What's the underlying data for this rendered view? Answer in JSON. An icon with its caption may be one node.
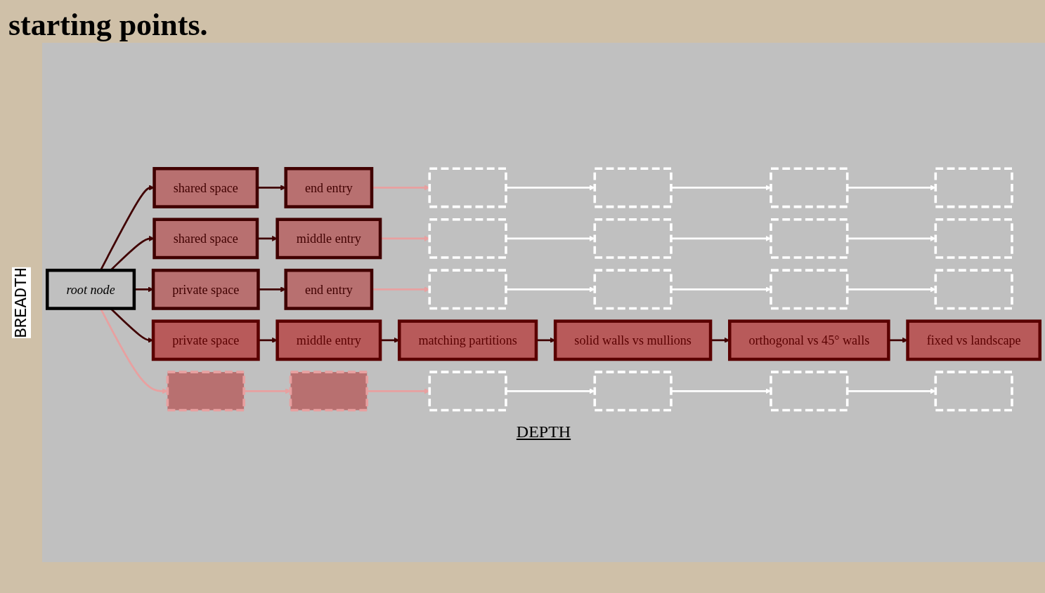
{
  "diagram": {
    "title": "starting points.",
    "nodes": [
      {
        "text": [
          "root node"
        ]
      },
      {
        "text": [
          "shared space"
        ]
      },
      {
        "text": [
          "end entry"
        ]
      },
      {
        "text": [],
        "shape": "box"
      },
      {
        "text": [],
        "shape": "box"
      },
      {
        "text": [],
        "shape": "box"
      },
      {
        "text": [],
        "shape": "box"
      },
      {
        "text": [
          "shared space"
        ]
      },
      {
        "text": [
          "middle entry"
        ]
      },
      {
        "text": [],
        "shape": "box"
      },
      {
        "text": [],
        "shape": "box"
      },
      {
        "text": [],
        "shape": "box"
      },
      {
        "text": [],
        "shape": "box"
      },
      {
        "text": [
          "private space"
        ]
      },
      {
        "text": [
          "end entry"
        ]
      },
      {
        "text": [],
        "shape": "box"
      },
      {
        "text": [],
        "shape": "box"
      },
      {
        "text": [],
        "shape": "box"
      },
      {
        "text": [],
        "shape": "box"
      },
      {
        "text": [
          "private space"
        ]
      },
      {
        "text": [
          "middle entry"
        ]
      },
      {
        "text": [
          "matching partitions"
        ]
      },
      {
        "text": [
          "solid walls vs mullions"
        ]
      },
      {
        "text": [
          "orthogonal vs 45° walls"
        ]
      },
      {
        "text": [
          "fixed vs landscape"
        ]
      },
      {
        "text": [],
        "shape": "box"
      },
      {
        "text": [],
        "shape": "box"
      },
      {
        "text": [],
        "shape": "box"
      },
      {
        "text": [],
        "shape": "box"
      },
      {
        "text": [],
        "shape": "box"
      },
      {
        "text": [],
        "shape": "box"
      }
    ],
    "edges": [
      {
        "from": 0,
        "to": 1,
        "arrow": "to",
        "color": "#400000"
      },
      {
        "from": 0,
        "to": 7,
        "arrow": "to",
        "color": "#400000"
      },
      {
        "from": 0,
        "to": 13,
        "arrow": "to",
        "color": "#400000"
      },
      {
        "from": 0,
        "to": 19,
        "arrow": "to",
        "color": "#400000"
      },
      {
        "from": 0,
        "to": 25,
        "arrow": "to",
        "color": "#e8a0a0"
      },
      {
        "from": 1,
        "to": 2,
        "arrow": "to",
        "color": "#400000"
      },
      {
        "from": 2,
        "to": 3,
        "arrow": "to",
        "color": "#e8a0a0"
      },
      {
        "from": 3,
        "to": 4,
        "arrow": "to",
        "color": "#ffffff"
      },
      {
        "from": 4,
        "to": 5,
        "arrow": "to",
        "color": "#ffffff"
      },
      {
        "from": 5,
        "to": 6,
        "arrow": "to",
        "color": "#ffffff"
      },
      {
        "from": 7,
        "to": 8,
        "arrow": "to",
        "color": "#400000"
      },
      {
        "from": 8,
        "to": 9,
        "arrow": "to",
        "color": "#e8a0a0"
      },
      {
        "from": 9,
        "to": 10,
        "arrow": "to",
        "color": "#ffffff"
      },
      {
        "from": 10,
        "to": 11,
        "arrow": "to",
        "color": "#ffffff"
      },
      {
        "from": 11,
        "to": 12,
        "arrow": "to",
        "color": "#ffffff"
      },
      {
        "from": 13,
        "to": 14,
        "arrow": "to",
        "color": "#400000"
      },
      {
        "from": 14,
        "to": 15,
        "arrow": "to",
        "color": "#e8a0a0"
      },
      {
        "from": 15,
        "to": 16,
        "arrow": "to",
        "color": "#ffffff"
      },
      {
        "from": 16,
        "to": 17,
        "arrow": "to",
        "color": "#ffffff"
      },
      {
        "from": 17,
        "to": 18,
        "arrow": "to",
        "color": "#ffffff"
      },
      {
        "from": 19,
        "to": 20,
        "arrow": "to",
        "color": "#400000"
      },
      {
        "from": 20,
        "to": 21,
        "arrow": "to",
        "color": "#400000"
      },
      {
        "from": 21,
        "to": 22,
        "arrow": "to",
        "color": "#400000"
      },
      {
        "from": 22,
        "to": 23,
        "arrow": "to",
        "color": "#400000"
      },
      {
        "from": 23,
        "to": 24,
        "arrow": "to",
        "color": "#400000"
      },
      {
        "from": 25,
        "to": 26,
        "arrow": "to",
        "color": "#e8a0a0"
      },
      {
        "from": 26,
        "to": 27,
        "arrow": "to",
        "color": "#e8a0a0"
      },
      {
        "from": 27,
        "to": 28,
        "arrow": "to",
        "color": "#ffffff"
      },
      {
        "from": 28,
        "to": 29,
        "arrow": "to",
        "color": "#ffffff"
      },
      {
        "from": 29,
        "to": 30,
        "arrow": "to",
        "color": "#ffffff"
      }
    ],
    "labels": [
      "BREADTH",
      "DEPTH"
    ]
  }
}
